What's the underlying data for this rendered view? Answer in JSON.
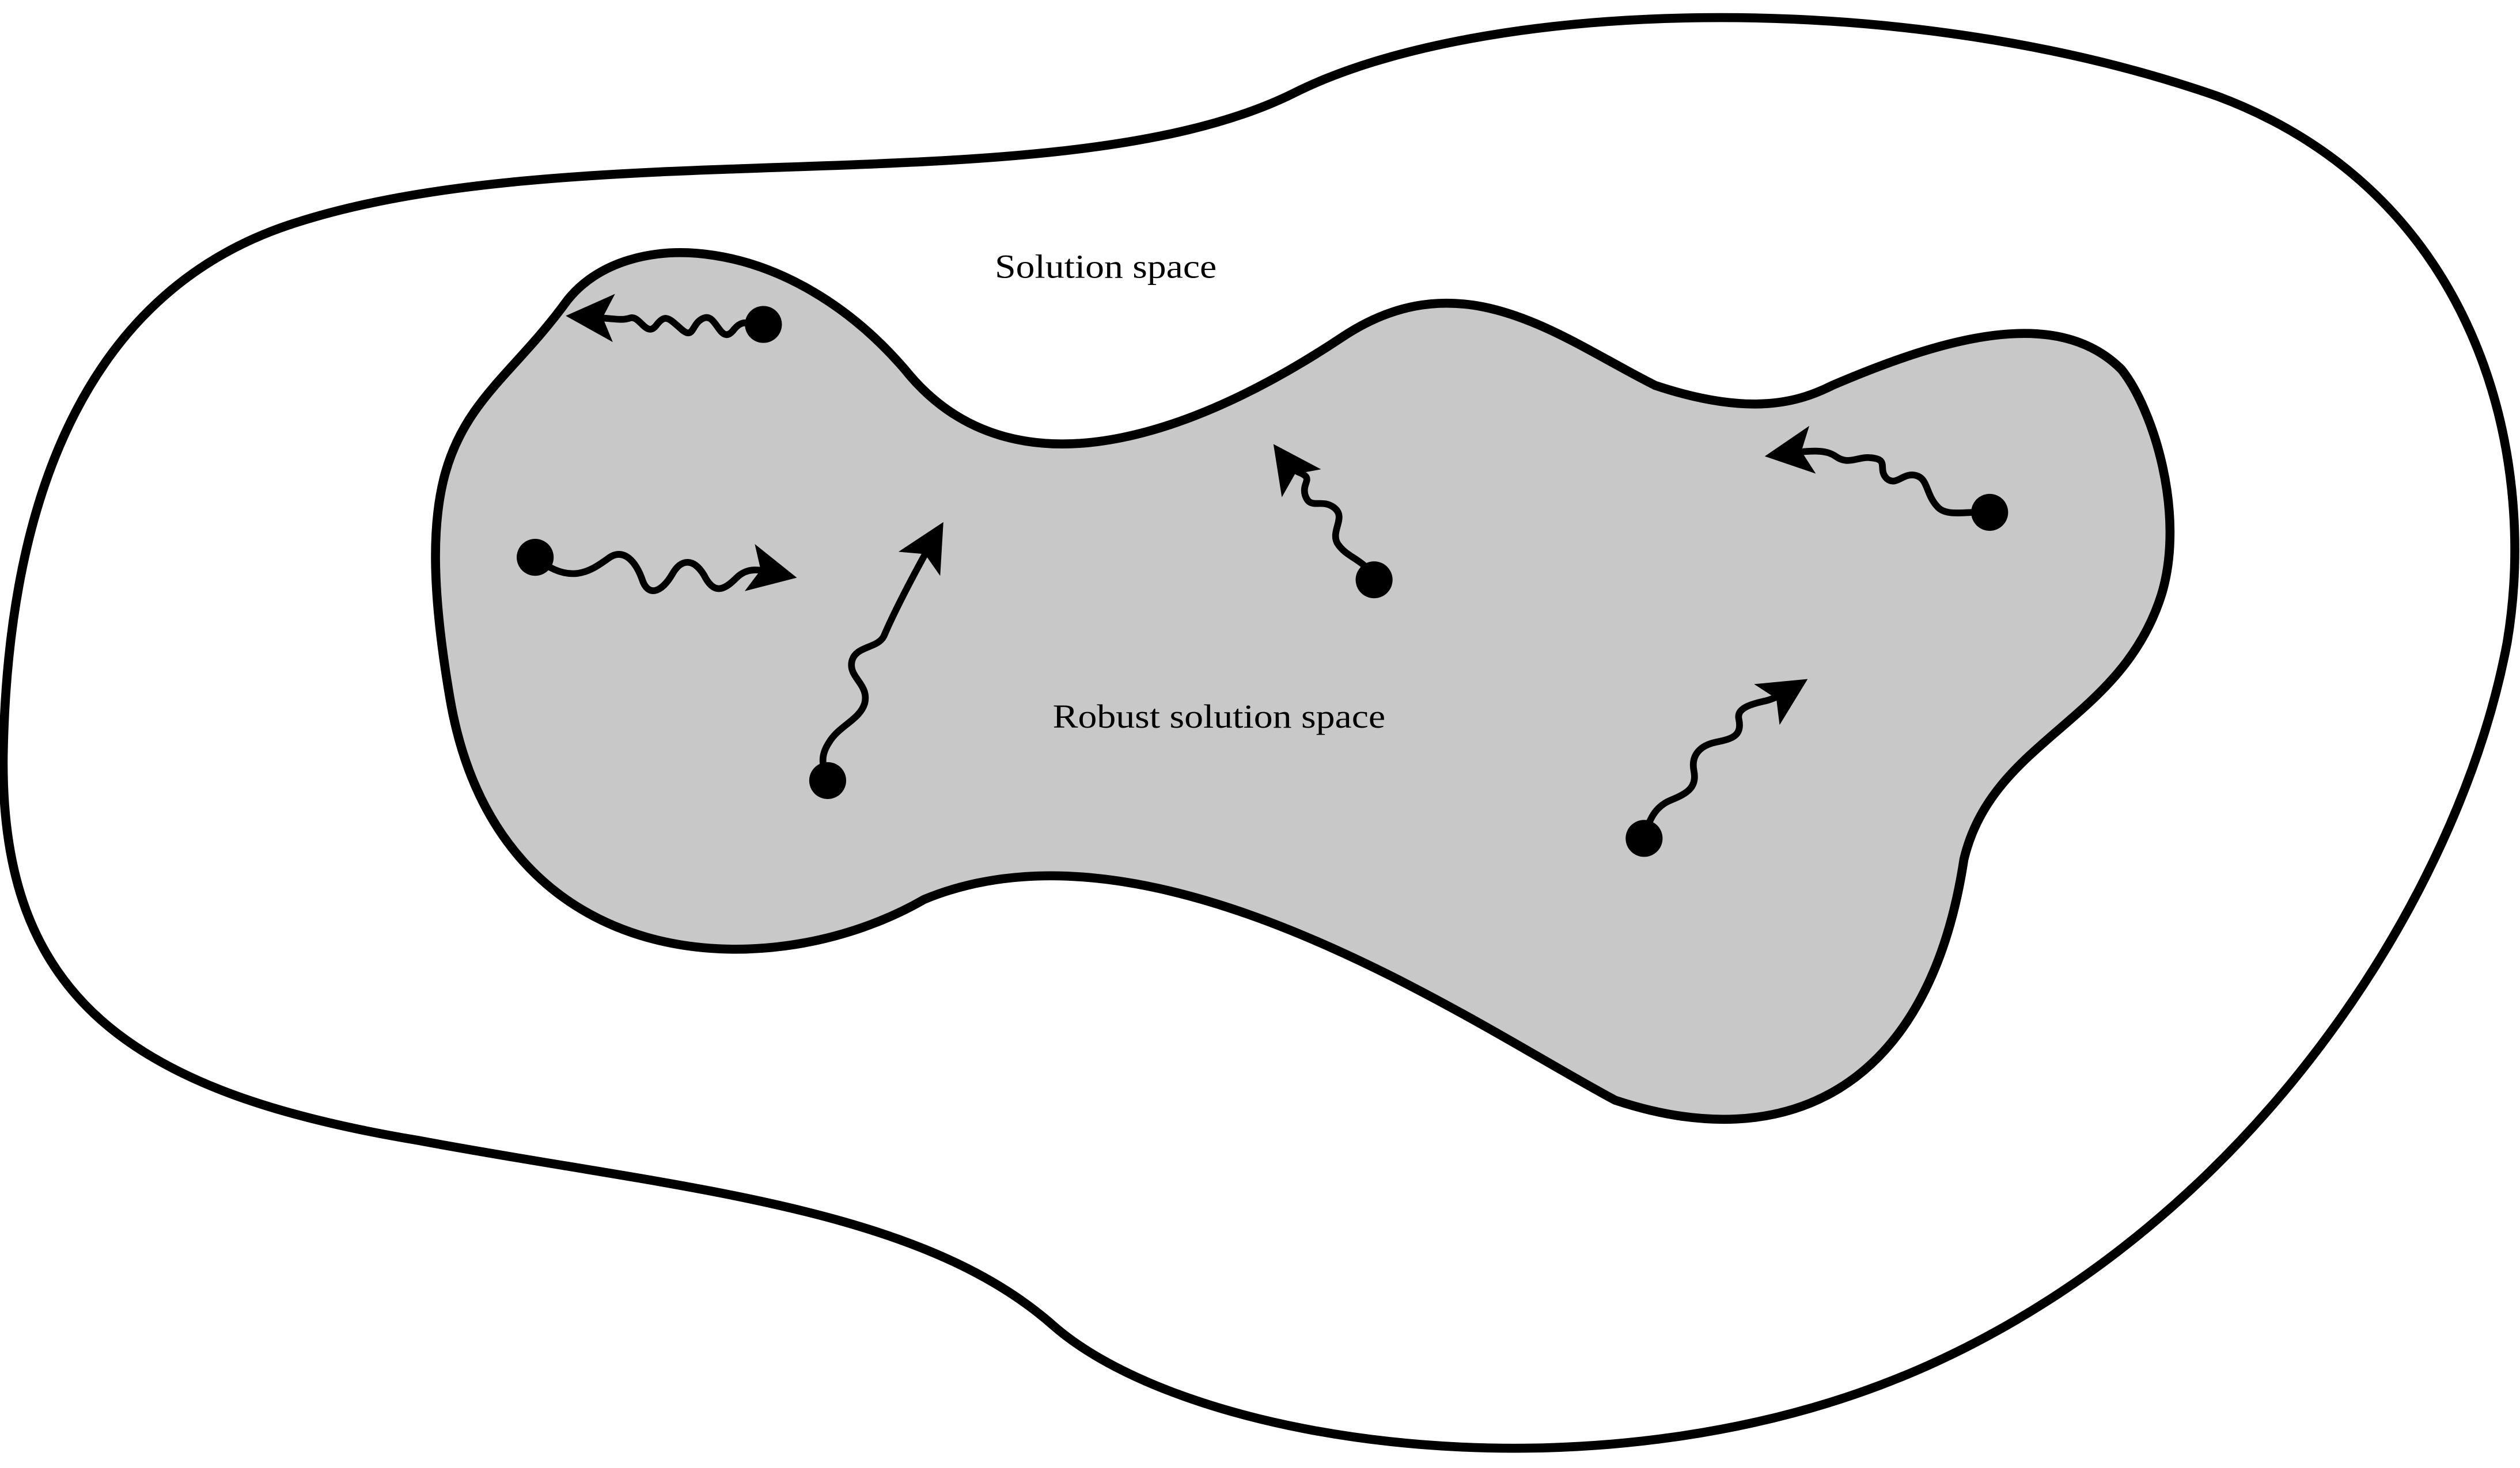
{
  "labels": {
    "outer_region": "Solution space",
    "inner_region": "Robust solution space"
  },
  "colors": {
    "background": "#ffffff",
    "robust_region_fill": "#c8c8c8",
    "stroke": "#000000",
    "particle": "#000000"
  },
  "particles": [
    {
      "id": "p1",
      "direction": "left"
    },
    {
      "id": "p2",
      "direction": "right"
    },
    {
      "id": "p3",
      "direction": "up-right"
    },
    {
      "id": "p4",
      "direction": "up-left"
    },
    {
      "id": "p5",
      "direction": "left"
    },
    {
      "id": "p6",
      "direction": "up-right"
    }
  ]
}
